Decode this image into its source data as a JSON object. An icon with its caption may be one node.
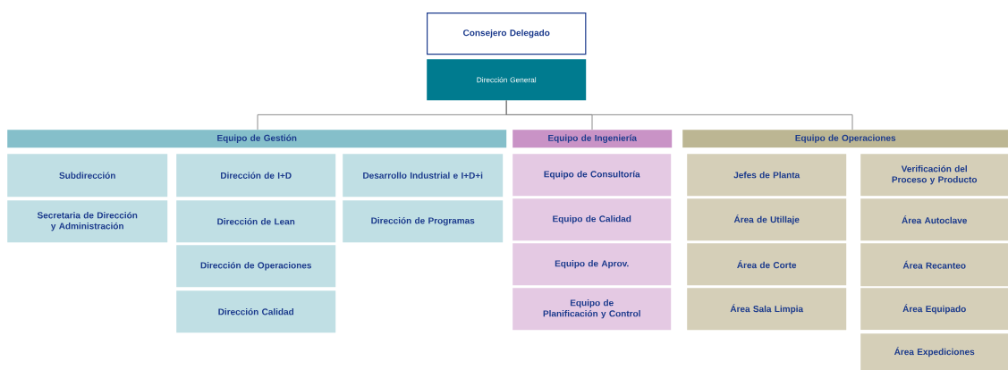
{
  "diagram": {
    "nodes": [
      {
        "text": [
          "Consejero Delegado"
        ]
      },
      {
        "text": [
          "Dirección General"
        ]
      },
      {
        "text": [
          "Equipo de Gestión"
        ]
      },
      {
        "text": [
          "Equipo de Ingeniería"
        ]
      },
      {
        "text": [
          "Equipo de Operaciones"
        ]
      },
      {
        "text": [
          "Subdirección"
        ]
      },
      {
        "text": [
          "Secretaria de Dirección y Administración"
        ]
      },
      {
        "text": [
          "Dirección de I+D"
        ]
      },
      {
        "text": [
          "Dirección de Lean"
        ]
      },
      {
        "text": [
          "Dirección de Operaciones"
        ]
      },
      {
        "text": [
          "Dirección Calidad"
        ]
      },
      {
        "text": [
          "Desarrollo Industrial e I+D+i"
        ]
      },
      {
        "text": [
          "Dirección de Programas"
        ]
      },
      {
        "text": [
          "Equipo de Consultoría"
        ]
      },
      {
        "text": [
          "Equipo de Calidad"
        ]
      },
      {
        "text": [
          "Equipo de Aprov."
        ]
      },
      {
        "text": [
          "Equipo de Planificación y Control"
        ]
      },
      {
        "text": [
          "Jefes de Planta"
        ]
      },
      {
        "text": [
          "Área de Utillaje"
        ]
      },
      {
        "text": [
          "Área de Corte"
        ]
      },
      {
        "text": [
          "Área Sala Limpia"
        ]
      },
      {
        "text": [
          "Verificación del Proceso y Producto"
        ]
      },
      {
        "text": [
          "Área Autoclave"
        ]
      },
      {
        "text": [
          "Área Recanteo"
        ]
      },
      {
        "text": [
          "Área Equipado"
        ]
      },
      {
        "text": [
          "Área Expediciones"
        ]
      }
    ],
    "edges": [
      {
        "from": 1,
        "to": 2,
        "arrow": "none"
      },
      {
        "from": 1,
        "to": 3,
        "arrow": "none"
      },
      {
        "from": 1,
        "to": 4,
        "arrow": "none"
      }
    ]
  }
}
